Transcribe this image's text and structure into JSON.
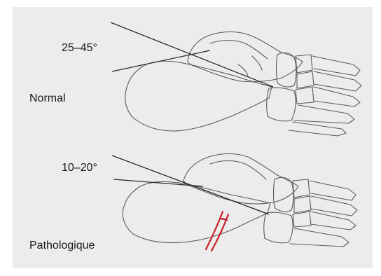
{
  "figure": {
    "normal": {
      "angle_label": "25–45°",
      "caption": "Normal"
    },
    "pathologic": {
      "angle_label": "10–20°",
      "caption": "Pathologique"
    }
  },
  "colors": {
    "background": "#ececec",
    "bone_outline": "#5a5a5a",
    "angle_lines": "#2a2a2a",
    "fracture": "#c8202a"
  }
}
